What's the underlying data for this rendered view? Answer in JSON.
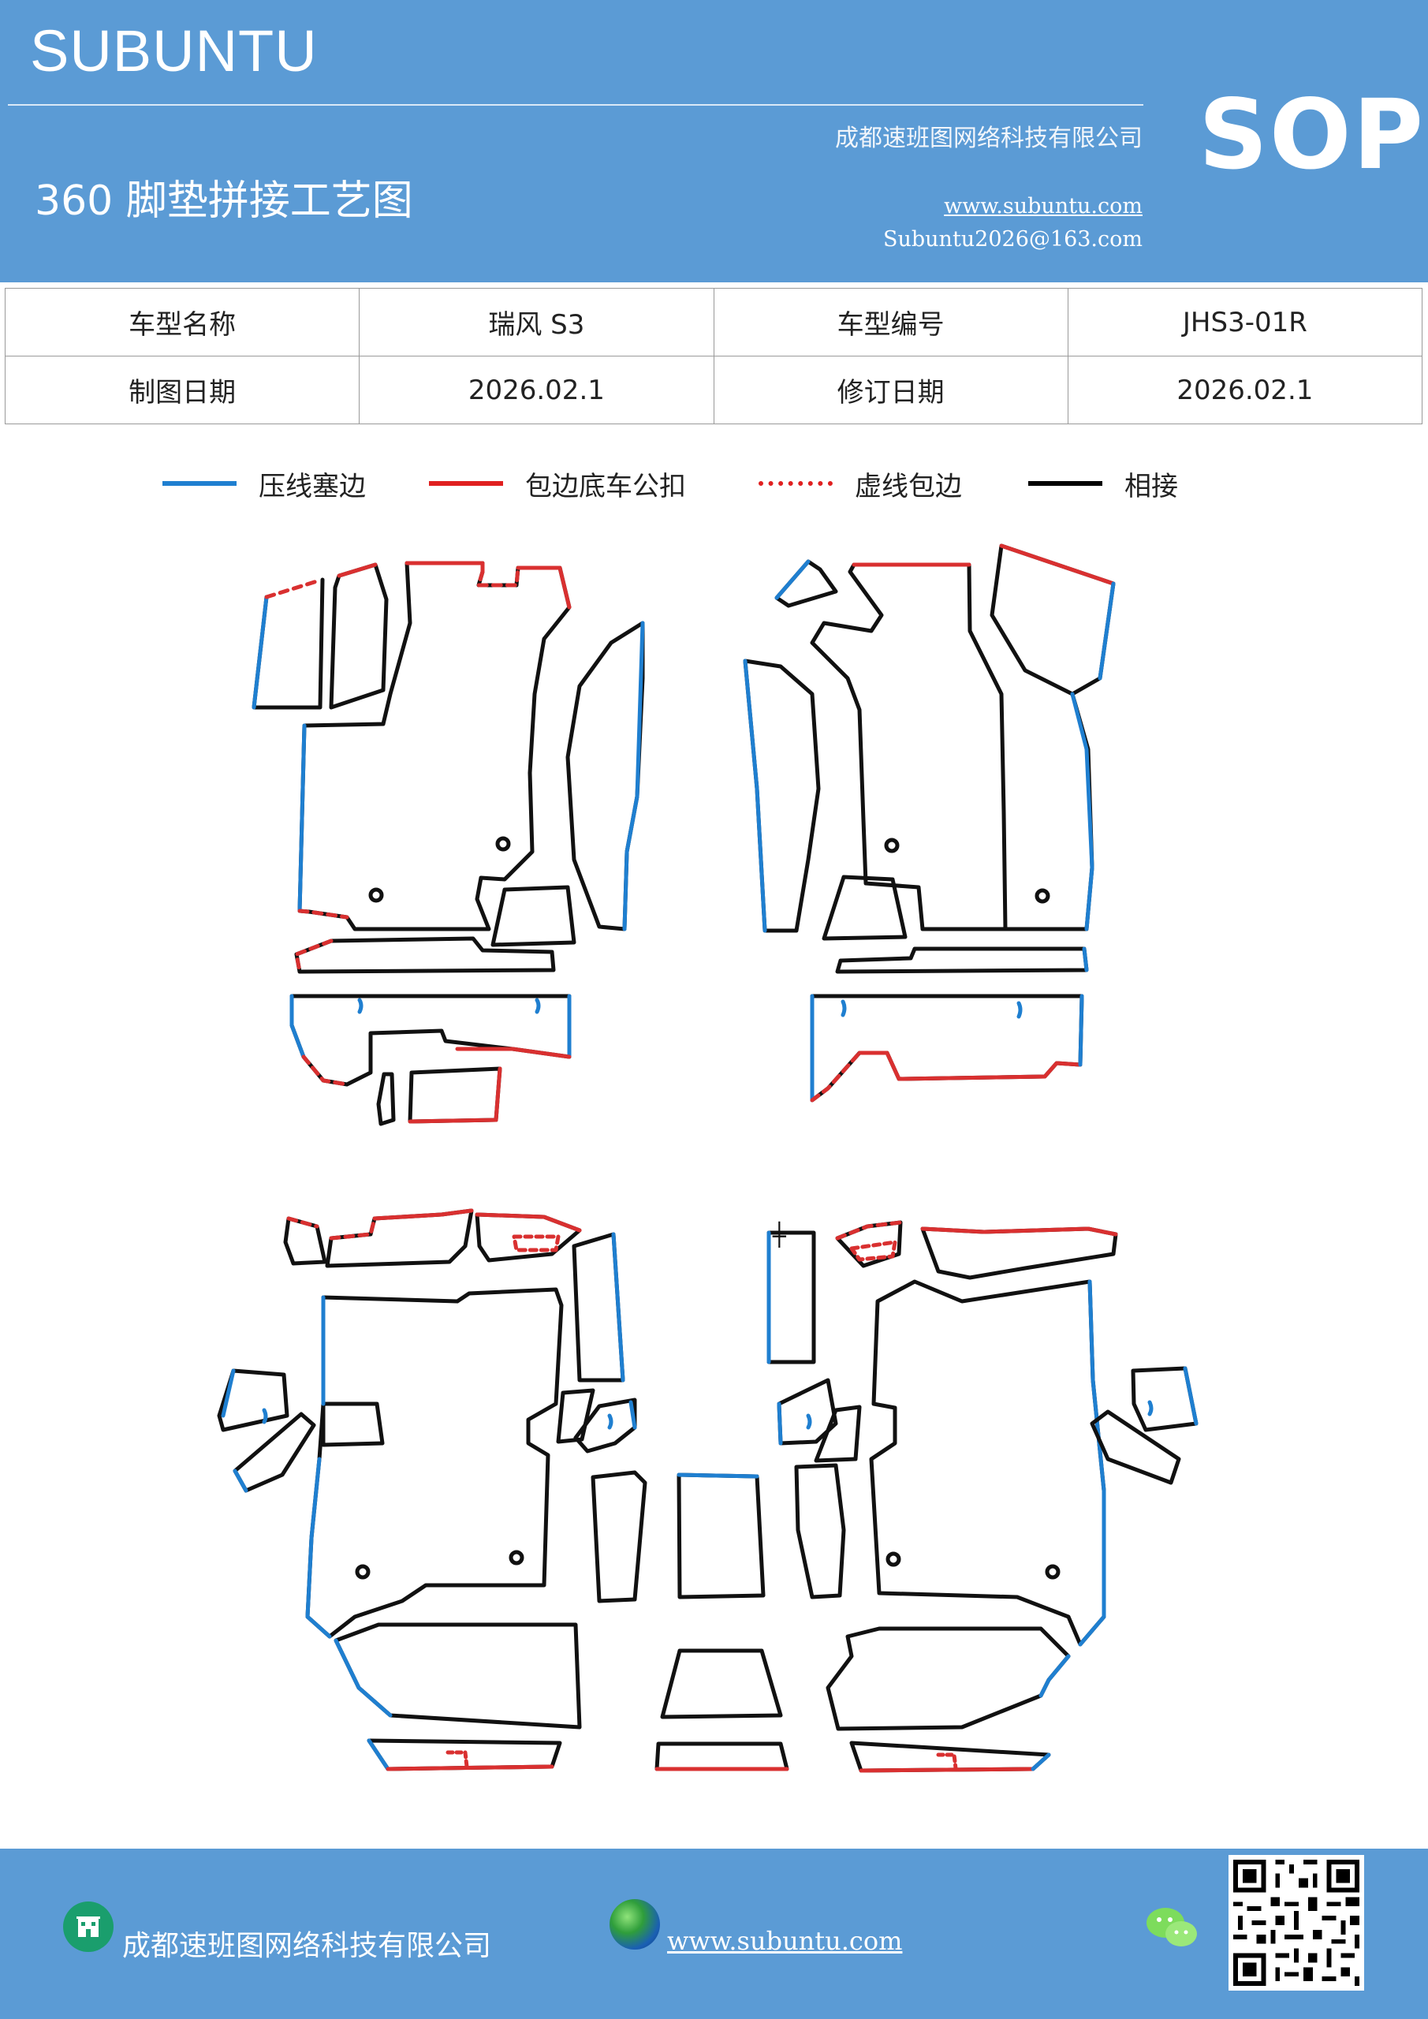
{
  "header": {
    "brand": "SUBUNTU",
    "badge": "SOP",
    "title": "360 脚垫拼接工艺图",
    "company": "成都速班图网络科技有限公司",
    "website": "www.subuntu.com",
    "email": "Subuntu2026@163.com"
  },
  "info_table": {
    "rows": [
      {
        "label1": "车型名称",
        "value1": "瑞风 S3",
        "label2": "车型编号",
        "value2": "JHS3-01R"
      },
      {
        "label1": "制图日期",
        "value1": "2026.02.1",
        "label2": "修订日期",
        "value2": "2026.02.1"
      }
    ]
  },
  "legend": {
    "items": [
      {
        "label": "压线塞边",
        "color": "#1f7fd0",
        "style": "solid"
      },
      {
        "label": "包边底车公扣",
        "color": "#e02020",
        "style": "solid"
      },
      {
        "label": "虚线包边",
        "color": "#e02020",
        "style": "dotted"
      },
      {
        "label": "相接",
        "color": "#000000",
        "style": "solid"
      }
    ]
  },
  "colors": {
    "header_bg": "#5b9bd5",
    "blue_edge": "#1f7fd0",
    "red_edge": "#d93030",
    "black_edge": "#111111"
  },
  "footer": {
    "company": "成都速班图网络科技有限公司",
    "website": "www.subuntu.com",
    "icons": [
      "building-icon",
      "globe-icon",
      "wechat-icon",
      "qr-code"
    ]
  }
}
